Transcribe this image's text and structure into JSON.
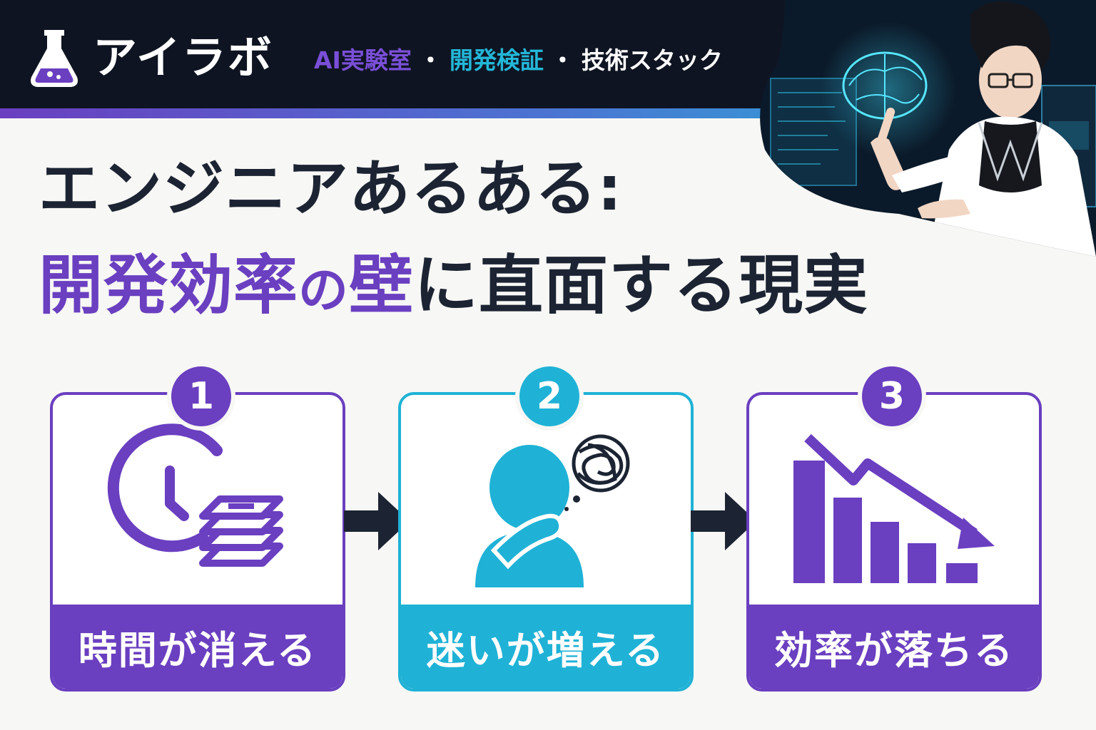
{
  "header": {
    "logo_text": "アイラボ",
    "tags": [
      {
        "label": "AI実験室",
        "color": "#7a4fd8"
      },
      {
        "label": "開発検証",
        "color": "#23b7d8"
      },
      {
        "label": "技術スタック",
        "color": "#ffffff"
      }
    ],
    "separator": "・"
  },
  "title": {
    "line1": "エンジニアあるある:",
    "line2_part1": "開発効率",
    "line2_part2": "の",
    "line2_part3": "壁",
    "line2_part4": "に直面する現実"
  },
  "steps": [
    {
      "number": "1",
      "label": "時間が消える",
      "icon": "clock-documents-icon",
      "color": "#6a3fc0"
    },
    {
      "number": "2",
      "label": "迷いが増える",
      "icon": "confused-person-icon",
      "color": "#1fb2d6"
    },
    {
      "number": "3",
      "label": "効率が落ちる",
      "icon": "declining-chart-icon",
      "color": "#6a3fc0"
    }
  ],
  "colors": {
    "header_bg": "#0f1422",
    "purple": "#6a3fc0",
    "cyan": "#1fb2d6",
    "dark_text": "#1c2433",
    "page_bg": "#f7f7f5"
  }
}
